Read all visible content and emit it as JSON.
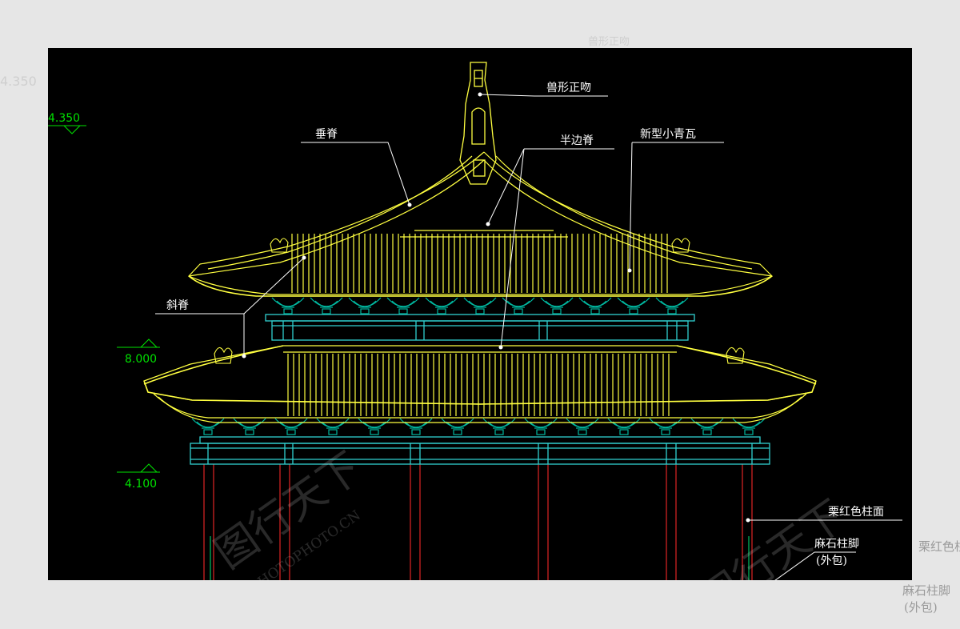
{
  "background_labels": {
    "level_top": "4.350",
    "top_center": "兽形正吻",
    "right_label": "栗红色柱",
    "right_label2": "麻石柱脚",
    "right_label3": "(外包)"
  },
  "annotations": {
    "ridge_ornament": "兽形正吻",
    "vertical_ridge": "垂脊",
    "half_ridge": "半边脊",
    "tiles": "新型小青瓦",
    "oblique_ridge": "斜脊",
    "column_face": "栗红色柱面",
    "stone_base": "麻石柱脚",
    "stone_base_note": "(外包)"
  },
  "levels": {
    "level_a": "4.350",
    "level_b": "8.000",
    "level_c": "4.100"
  },
  "watermark": {
    "brand": "图行天下",
    "url": "PHOTOPHOTO.CN"
  },
  "colors": {
    "canvas": "#000000",
    "roof": "#ffff40",
    "bracket": "#00b8a0",
    "beam": "#30d0d0",
    "column": "#c02020",
    "level": "#00e000",
    "leader": "#ffffff"
  }
}
